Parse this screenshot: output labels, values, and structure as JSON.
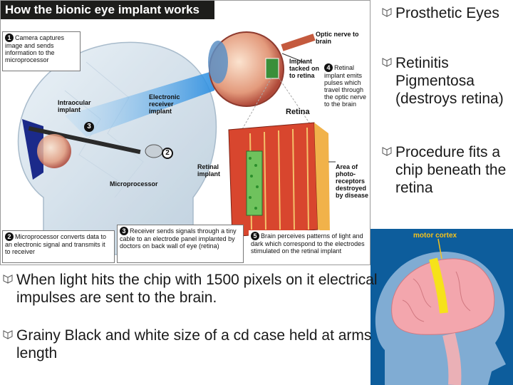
{
  "infographic": {
    "header": "How the bionic eye implant works",
    "steps": [
      {
        "num": "1",
        "text": "Camera captures image and sends information to the microprocessor"
      },
      {
        "num": "2",
        "text": "Microprocessor converts data to an electronic signal and transmits it to receiver"
      },
      {
        "num": "3",
        "text": "Receiver sends signals through a tiny cable to an electrode panel implanted by doctors on back wall of eye (retina)"
      },
      {
        "num": "4",
        "text": "Retinal implant emits pulses which travel through the optic nerve to the brain"
      },
      {
        "num": "5",
        "text": "Brain perceives patterns of light and dark which correspond to the electrodes stimulated on the retinal implant"
      }
    ],
    "labels": {
      "optic_nerve": "Optic nerve to brain",
      "implant_tacked": "Implant tacked on to retina",
      "intraocular": "Intraocular implant",
      "electronic_receiver": "Electronic receiver implant",
      "microprocessor": "Microprocessor",
      "retina_title": "Retina",
      "retinal_implant": "Retinal implant",
      "area_destroyed": "Area of photo-receptors destroyed by disease"
    },
    "marker_3": "3",
    "marker_2": "2"
  },
  "bullets_right": [
    "Prosthetic Eyes",
    "Retinitis Pigmentosa (destroys retina)",
    "Procedure fits a chip beneath the retina"
  ],
  "bullets_bottom": [
    "When light hits the chip with 1500 pixels on it electrical impulses are sent to the brain.",
    "Grainy Black and white size of a cd case held at arms length"
  ],
  "brain_panel": {
    "label": "motor cortex"
  },
  "colors": {
    "accent_blue": "#0d5d9c",
    "brain_pink": "#f3a6ad",
    "cortex_yellow": "#f6e21a",
    "header_black": "#1d1d1b"
  }
}
